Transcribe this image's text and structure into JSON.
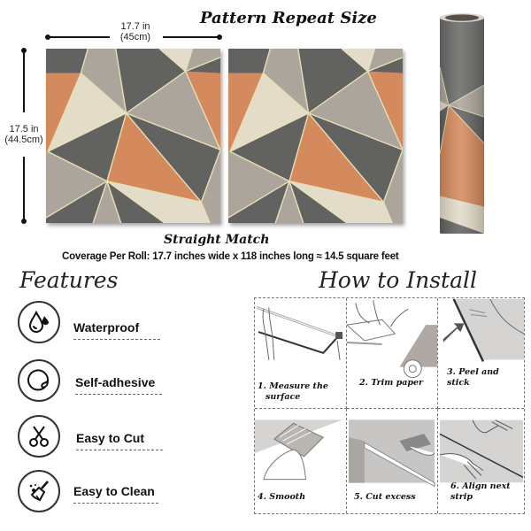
{
  "header": {
    "title": "Pattern Repeat Size"
  },
  "dimensions": {
    "width_in": "17.7 in",
    "width_cm": "(45cm)",
    "height_in": "17.5 in",
    "height_cm": "(44.5cm)"
  },
  "match": {
    "title": "Straight Match",
    "coverage": "Coverage Per Roll: 17.7 inches wide x 118 inches long ≈ 14.5 square feet"
  },
  "colors": {
    "dark_gray": "#626360",
    "taupe": "#aca59c",
    "cream": "#e2dcc8",
    "orange": "#d48a5c",
    "gold_line": "#e9dfb7"
  },
  "features": {
    "title": "Features",
    "items": [
      {
        "icon": "water-drop-icon",
        "label": "Waterproof"
      },
      {
        "icon": "sticker-peel-icon",
        "label": "Self-adhesive"
      },
      {
        "icon": "scissors-icon",
        "label": "Easy to Cut"
      },
      {
        "icon": "broom-icon",
        "label": "Easy to Clean"
      }
    ]
  },
  "install": {
    "title": "How to Install",
    "steps": [
      {
        "label": "1. Measure the",
        "label2": "surface"
      },
      {
        "label": "2. Trim paper"
      },
      {
        "label": "3. Peel and stick"
      },
      {
        "label": "4. Smooth"
      },
      {
        "label": "5. Cut excess"
      },
      {
        "label": "6. Align next strip"
      }
    ]
  }
}
